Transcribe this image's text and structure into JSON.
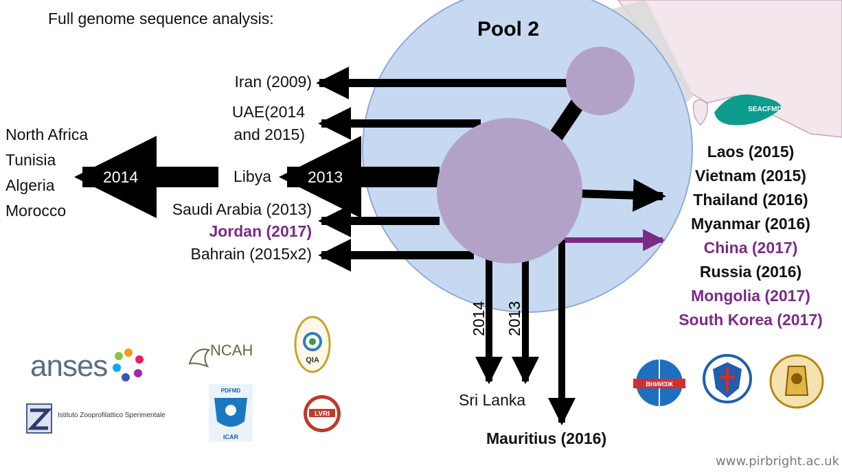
{
  "heading": "Full genome sequence analysis:",
  "pool_title": "Pool 2",
  "left_labels": {
    "iran": "Iran (2009)",
    "uae_1": "UAE(2014",
    "uae_2": "and 2015)",
    "libya": "Libya",
    "saudi": "Saudi Arabia (2013)",
    "jordan": "Jordan (2017)",
    "bahrain": "Bahrain (2015x2)"
  },
  "north_africa": [
    "North Africa",
    "Tunisia",
    "Algeria",
    "Morocco"
  ],
  "arrow_years": {
    "north_africa": "2014",
    "libya": "2013",
    "sri_lanka_a": "2014",
    "sri_lanka_b": "2013"
  },
  "right_list": [
    {
      "text": "Laos (2015)",
      "color": "#111111"
    },
    {
      "text": "Vietnam (2015)",
      "color": "#111111"
    },
    {
      "text": "Thailand (2016)",
      "color": "#111111"
    },
    {
      "text": "Myanmar (2016)",
      "color": "#111111"
    },
    {
      "text": "China (2017)",
      "color": "#7b2a86"
    },
    {
      "text": "Russia (2016)",
      "color": "#111111"
    },
    {
      "text": "Mongolia (2017)",
      "color": "#7b2a86"
    },
    {
      "text": "South Korea (2017)",
      "color": "#7b2a86"
    }
  ],
  "bottom_labels": {
    "sri_lanka": "Sri Lanka",
    "mauritius": "Mauritius (2016)"
  },
  "logos": {
    "anses": "anses",
    "ncah": "NCAH",
    "qia": "QIA",
    "izs": "Istituto Zooprofilattico Sperimentale",
    "pdfmd": "PDFMD",
    "icar": "ICAR",
    "lvri": "LVRI",
    "seacfmd": "SEACFMD",
    "vniizzh": "ВНИИЗЖ"
  },
  "footer_url": "www.pirbright.ac.uk",
  "colors": {
    "pool_fill": "#c6d9f1",
    "pool_stroke": "#8eaadb",
    "node_fill": "#b3a2c7",
    "arrow": "#000000",
    "purple": "#7b2a86",
    "map_fill": "#f3e6ec"
  }
}
